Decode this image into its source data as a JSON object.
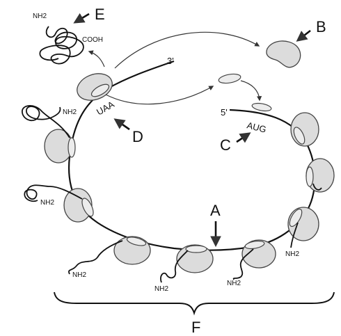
{
  "labels": {
    "A": "A",
    "B": "B",
    "C": "C",
    "D": "D",
    "E": "E",
    "F": "F"
  },
  "annotations": {
    "three_prime": "3'",
    "five_prime": "5'",
    "start_codon": "AUG",
    "stop_codon": "UAA",
    "amino_end": "NH2",
    "carboxyl_end": "COOH"
  }
}
